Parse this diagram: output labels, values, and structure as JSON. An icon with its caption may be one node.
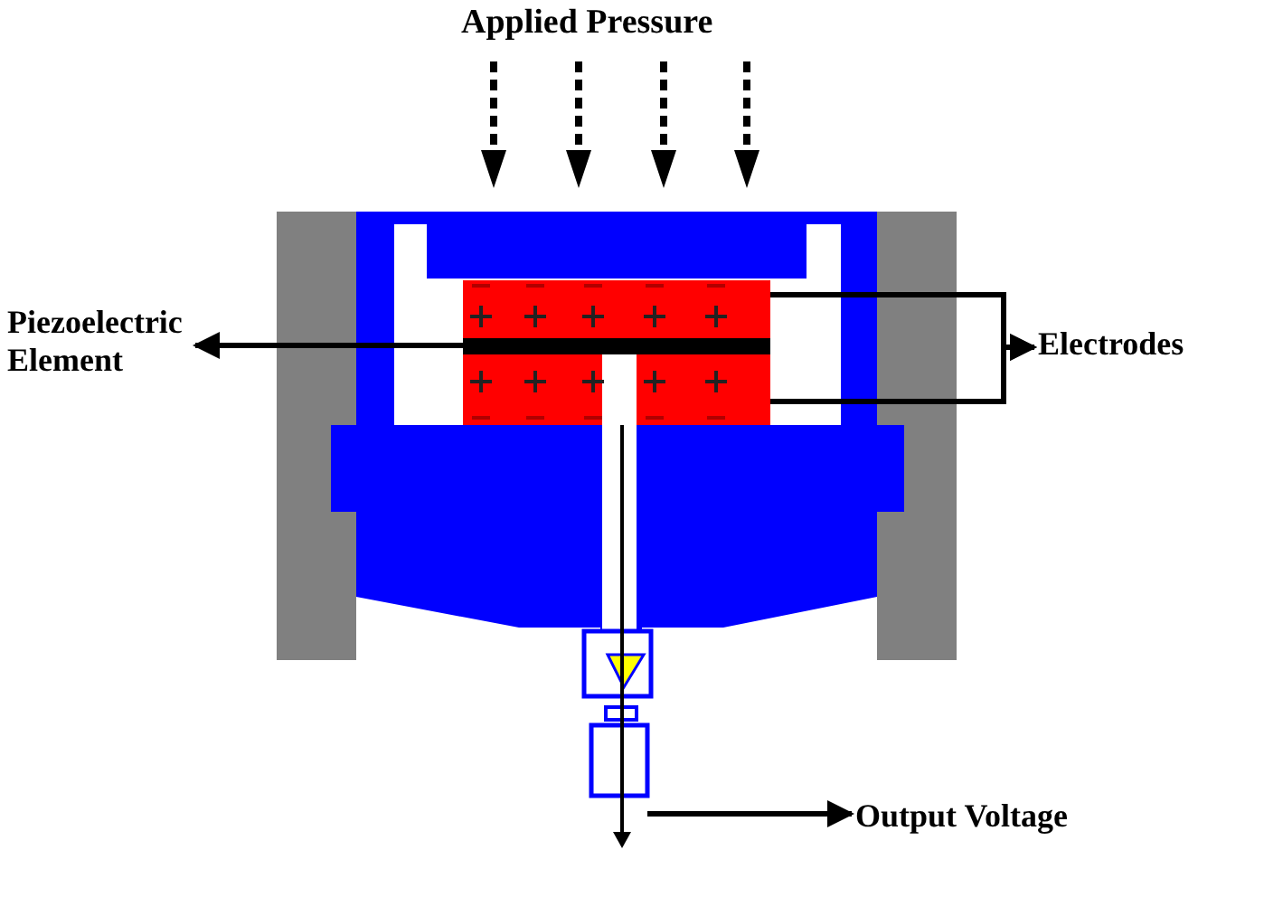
{
  "diagram": {
    "nodes": [
      {
        "text": [
          "Piezoelectric Element"
        ]
      },
      {
        "text": [],
        "shape": "box"
      },
      {
        "text": [
          "Electrodes"
        ]
      },
      {
        "text": [
          "Output Voltage"
        ]
      }
    ],
    "edges": [
      {
        "from": 1,
        "to": 0,
        "arrow": "to"
      },
      {
        "from": 1,
        "to": 2,
        "arrow": "to"
      },
      {
        "from": 1,
        "to": 2,
        "arrow": "to"
      },
      {
        "from": null,
        "to": 3,
        "arrow": "to"
      }
    ],
    "labels": [
      "Applied Pressure"
    ]
  }
}
